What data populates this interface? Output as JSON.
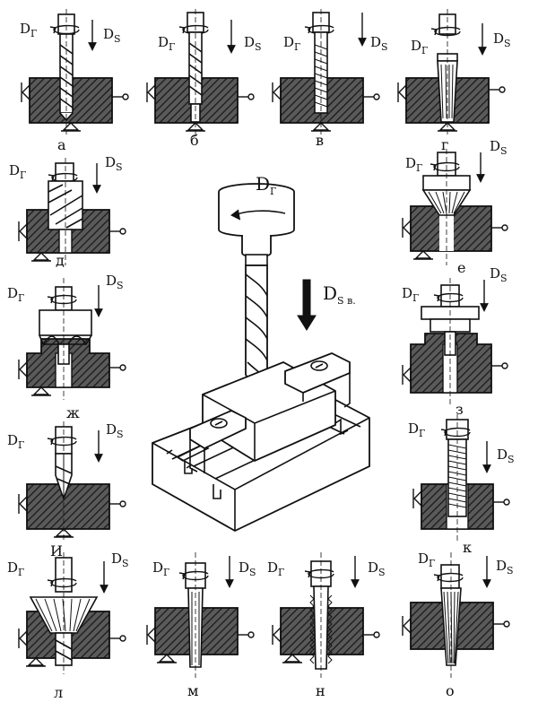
{
  "rotation_label": "D",
  "rotation_sub": "Г",
  "feed_label": "D",
  "feed_sub": "S",
  "center": {
    "rotation_label": "D",
    "rotation_sub": "Г",
    "feed_label": "D",
    "feed_sub": "S в."
  },
  "panels": [
    {
      "id": "a",
      "caption": "а",
      "tool": "drill"
    },
    {
      "id": "b",
      "caption": "б",
      "tool": "countersink"
    },
    {
      "id": "v",
      "caption": "в",
      "tool": "reamer"
    },
    {
      "id": "g",
      "caption": "г",
      "tool": "taper-reamer"
    },
    {
      "id": "d",
      "caption": "д",
      "tool": "core-drill"
    },
    {
      "id": "e",
      "caption": "е",
      "tool": "cone-countersink"
    },
    {
      "id": "zh",
      "caption": "ж",
      "tool": "counterbore"
    },
    {
      "id": "z",
      "caption": "з",
      "tool": "spot-facer"
    },
    {
      "id": "i",
      "caption": "И",
      "tool": "center-drill"
    },
    {
      "id": "k",
      "caption": "к",
      "tool": "tap"
    },
    {
      "id": "l",
      "caption": "л",
      "tool": "combined-countersink"
    },
    {
      "id": "m",
      "caption": "м",
      "tool": "stepped-reamer"
    },
    {
      "id": "n",
      "caption": "н",
      "tool": "stepped-rough-reamer"
    },
    {
      "id": "o",
      "caption": "о",
      "tool": "conical-reamer"
    }
  ]
}
